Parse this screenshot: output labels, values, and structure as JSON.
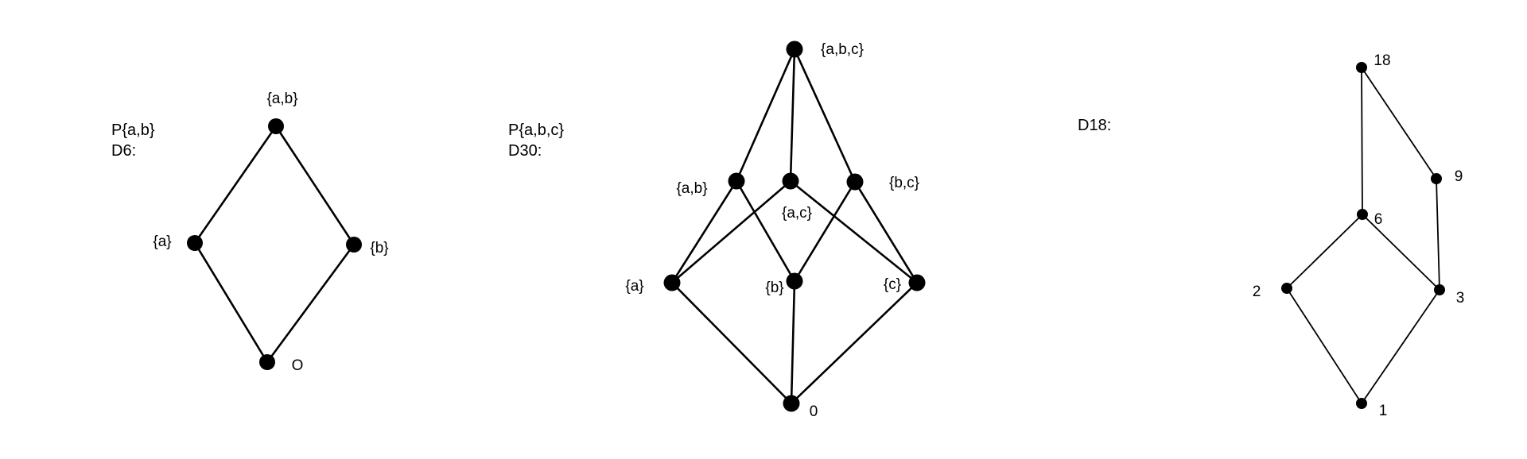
{
  "diagrams": [
    {
      "id": "pab",
      "captions": [
        "P{a,b}",
        "D6:"
      ],
      "nodes": [
        {
          "id": "top",
          "label": "{a,b}"
        },
        {
          "id": "a",
          "label": "{a}"
        },
        {
          "id": "b",
          "label": "{b}"
        },
        {
          "id": "bottom",
          "label": "O"
        }
      ],
      "edges": [
        [
          "top",
          "a"
        ],
        [
          "top",
          "b"
        ],
        [
          "a",
          "bottom"
        ],
        [
          "b",
          "bottom"
        ]
      ]
    },
    {
      "id": "pabc",
      "captions": [
        "P{a,b,c}",
        "D30:"
      ],
      "nodes": [
        {
          "id": "abc",
          "label": "{a,b,c}"
        },
        {
          "id": "ab",
          "label": "{a,b}"
        },
        {
          "id": "ac",
          "label": "{a,c}"
        },
        {
          "id": "bc",
          "label": "{b,c}"
        },
        {
          "id": "a",
          "label": "{a}"
        },
        {
          "id": "b",
          "label": "{b}"
        },
        {
          "id": "c",
          "label": "{c}"
        },
        {
          "id": "zero",
          "label": "0"
        }
      ],
      "edges": [
        [
          "abc",
          "ab"
        ],
        [
          "abc",
          "ac"
        ],
        [
          "abc",
          "bc"
        ],
        [
          "ab",
          "a"
        ],
        [
          "ab",
          "b"
        ],
        [
          "ac",
          "a"
        ],
        [
          "ac",
          "c"
        ],
        [
          "bc",
          "b"
        ],
        [
          "bc",
          "c"
        ],
        [
          "a",
          "zero"
        ],
        [
          "b",
          "zero"
        ],
        [
          "c",
          "zero"
        ]
      ]
    },
    {
      "id": "d18",
      "captions": [
        "D18:"
      ],
      "nodes": [
        {
          "id": "n18",
          "label": "18"
        },
        {
          "id": "n9",
          "label": "9"
        },
        {
          "id": "n6",
          "label": "6"
        },
        {
          "id": "n2",
          "label": "2"
        },
        {
          "id": "n3",
          "label": "3"
        },
        {
          "id": "n1",
          "label": "1"
        }
      ],
      "edges": [
        [
          "n18",
          "n6"
        ],
        [
          "n18",
          "n9"
        ],
        [
          "n9",
          "n3"
        ],
        [
          "n6",
          "n2"
        ],
        [
          "n6",
          "n3"
        ],
        [
          "n2",
          "n1"
        ],
        [
          "n3",
          "n1"
        ]
      ]
    }
  ]
}
